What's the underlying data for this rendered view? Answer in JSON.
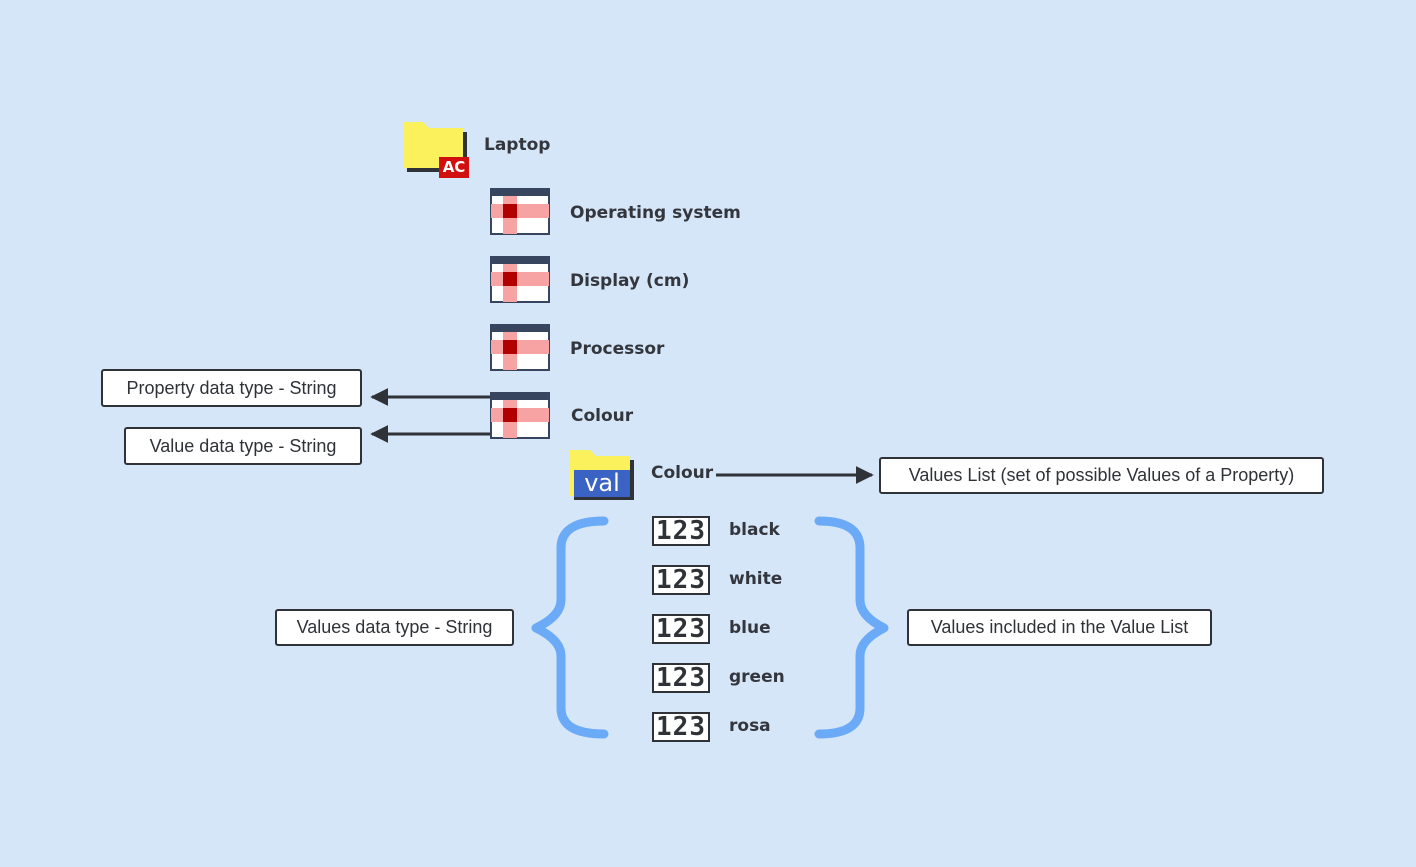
{
  "class_item": {
    "name": "Laptop",
    "badge": "AC",
    "icon": "folder-class-icon"
  },
  "properties": [
    {
      "name": "Operating system",
      "icon": "property-table-icon"
    },
    {
      "name": "Display (cm)",
      "icon": "property-table-icon"
    },
    {
      "name": "Processor",
      "icon": "property-table-icon"
    },
    {
      "name": "Colour",
      "icon": "property-table-icon"
    }
  ],
  "value_list": {
    "name": "Colour",
    "badge": "val",
    "icon": "folder-value-list-icon"
  },
  "values": [
    {
      "badge": "123",
      "label": "black"
    },
    {
      "badge": "123",
      "label": "white"
    },
    {
      "badge": "123",
      "label": "blue"
    },
    {
      "badge": "123",
      "label": "green"
    },
    {
      "badge": "123",
      "label": "rosa"
    }
  ],
  "notes": {
    "property_type": "Property data type - String",
    "value_type": "Value data type - String",
    "values_list": "Values List (set of possible Values of a Property)",
    "values_type": "Values data type - String",
    "values_included": "Values included in the Value List"
  },
  "colors": {
    "background": "#d6e6f9",
    "folder_yellow": "#fbf15c",
    "class_badge": "#d20f0f",
    "value_badge": "#3b63c4",
    "brace": "#6aaaf7",
    "cross": "#b00000"
  }
}
